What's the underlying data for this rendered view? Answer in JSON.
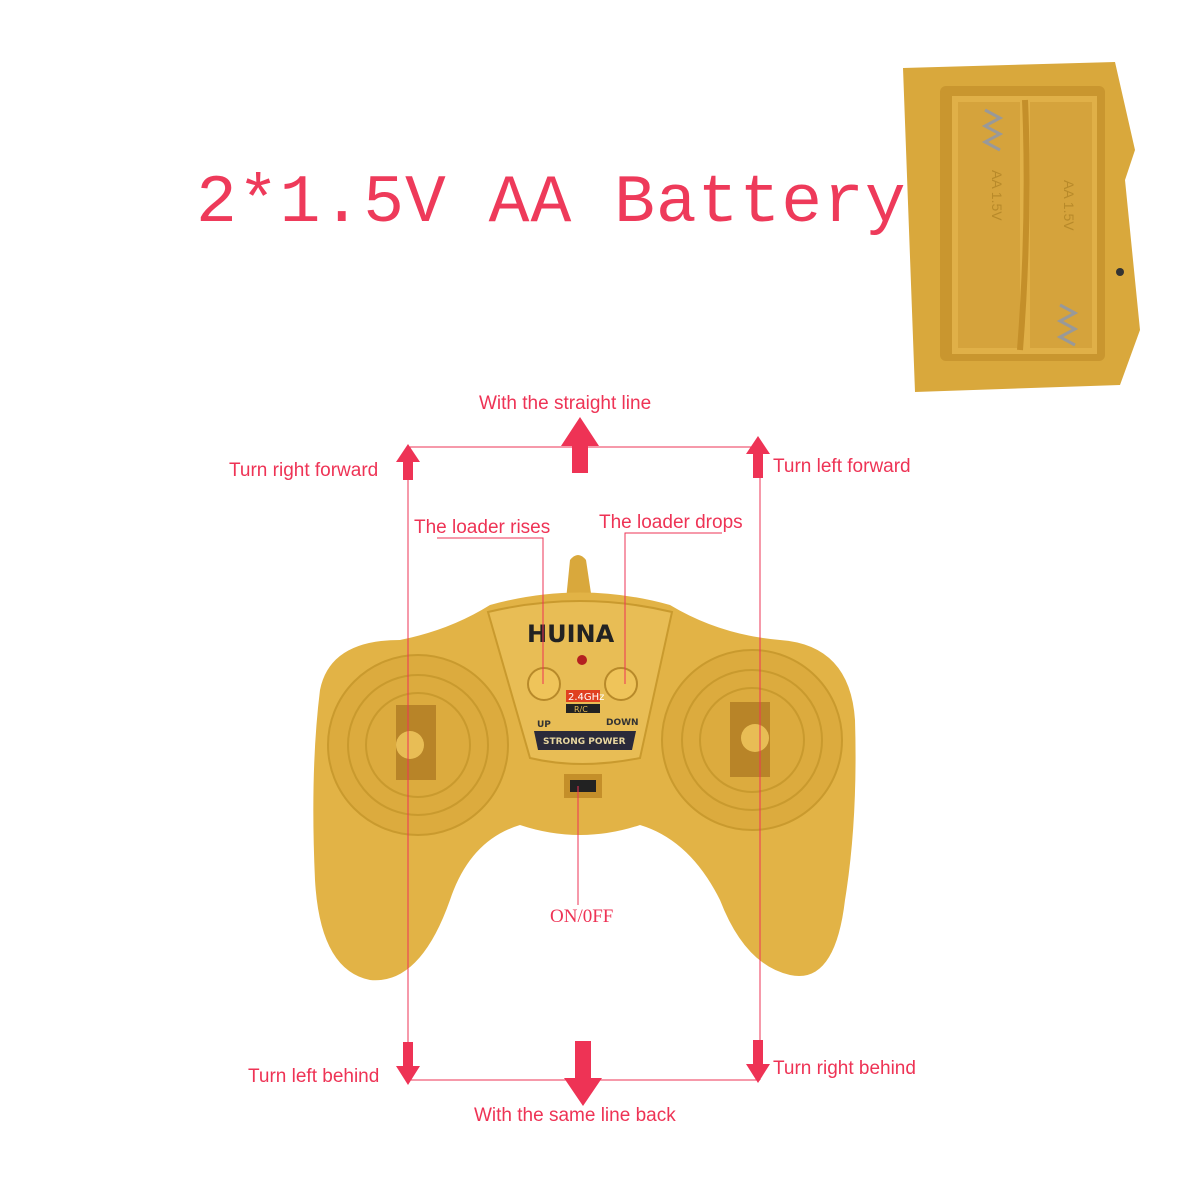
{
  "title": "2*1.5V AA Battery",
  "battery_box": {
    "cell_label": "AA 1.5V",
    "cells": 2
  },
  "labels": {
    "straight": "With the straight line",
    "right_forward": "Turn right forward",
    "left_forward": "Turn left forward",
    "loader_rises": "The loader rises",
    "loader_drops": "The loader drops",
    "on_off": "ON/0FF",
    "left_behind": "Turn left behind",
    "right_behind": "Turn right behind",
    "back": "With the same line back"
  },
  "controller": {
    "brand": "HUINA",
    "band": "2.4GHz",
    "rc": "R/C",
    "up": "UP",
    "down": "DOWN",
    "strip": "STRONG POWER"
  },
  "colors": {
    "accent": "#ee3355",
    "plastic": "#e2b346",
    "plastic_dark": "#c99a2e"
  }
}
